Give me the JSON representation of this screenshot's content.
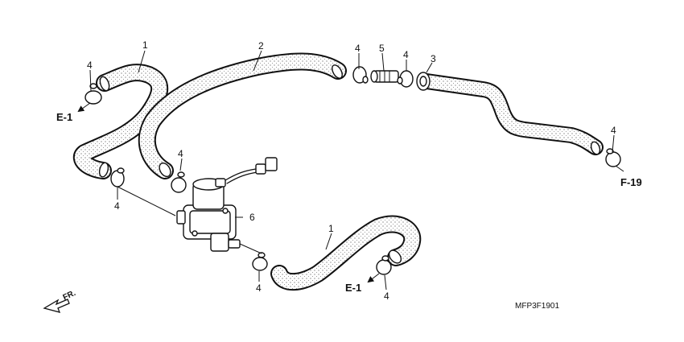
{
  "diagram": {
    "callouts": {
      "hose_upper_left": "1",
      "hose_lower": "1",
      "hose_long": "2",
      "hose_right": "3",
      "clamp_a": "4",
      "clamp_b": "4",
      "clamp_c": "4",
      "clamp_d": "4",
      "clamp_e": "4",
      "clamp_f": "4",
      "clamp_g": "4",
      "clamp_h": "4",
      "joint": "5",
      "valve": "6"
    },
    "references": {
      "e1_upper": "E-1",
      "e1_lower": "E-1",
      "f19": "F-19"
    },
    "direction_label": "FR.",
    "figure_code": "MFP3F1901"
  },
  "colors": {
    "line": "#111111",
    "background": "#ffffff",
    "stipple": "#666666"
  }
}
